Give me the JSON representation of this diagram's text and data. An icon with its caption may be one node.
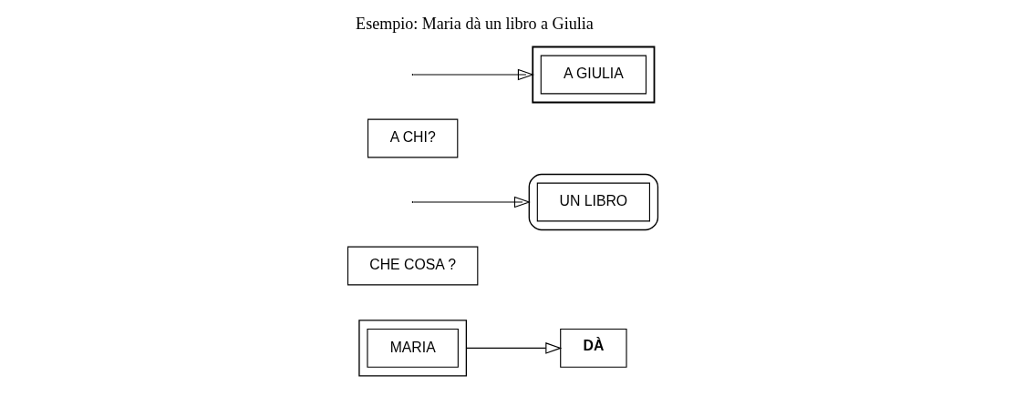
{
  "diagram": {
    "title": "Esempio: Maria dà un libro a Giulia",
    "nodes": [
      {
        "text": [],
        "shape": "triangle"
      },
      {
        "text": [
          "MARIA"
        ],
        "in": 0
      },
      {
        "text": [
          "DÀ"
        ]
      },
      {
        "text": [
          "CHE COSA ?"
        ]
      },
      {
        "text": [],
        "shape": "ellipse"
      },
      {
        "text": [
          "UN LIBRO"
        ],
        "in": 4
      },
      {
        "text": [
          "A CHI?"
        ]
      },
      {
        "text": [],
        "shape": "pentagon"
      },
      {
        "text": [
          "A GIULIA"
        ],
        "in": 7
      }
    ],
    "edges": [
      {
        "from": 0,
        "to": 2,
        "arrow": "to"
      },
      {
        "from": null,
        "to": 4,
        "arrow": "to"
      },
      {
        "from": null,
        "to": 7,
        "arrow": "to"
      }
    ]
  }
}
